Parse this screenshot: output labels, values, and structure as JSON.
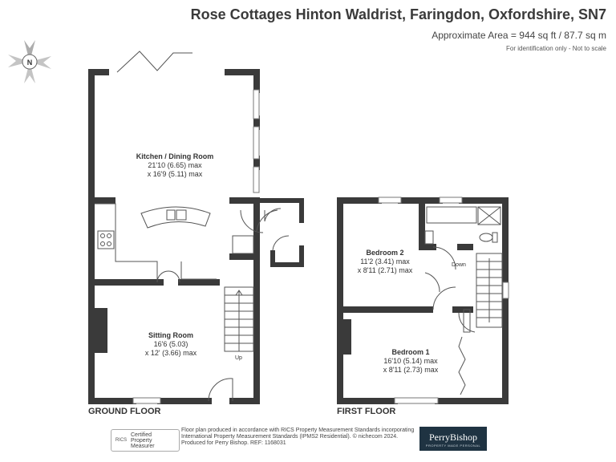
{
  "header": {
    "title": "Rose Cottages Hinton Waldrist, Faringdon, Oxfordshire, SN7",
    "area": "Approximate Area = 944 sq ft / 87.7 sq m",
    "note": "For identification only - Not to scale"
  },
  "compass": {
    "label": "N"
  },
  "ground_floor": {
    "label": "GROUND FLOOR",
    "kitchen": {
      "name": "Kitchen / Dining Room",
      "dim1": "21'10 (6.65) max",
      "dim2": "x 16'9 (5.11) max"
    },
    "sitting": {
      "name": "Sitting Room",
      "dim1": "16'6 (5.03)",
      "dim2": "x 12' (3.66) max"
    },
    "stairs_label": "Up"
  },
  "first_floor": {
    "label": "FIRST FLOOR",
    "bedroom2": {
      "name": "Bedroom 2",
      "dim1": "11'2 (3.41) max",
      "dim2": "x 8'11 (2.71) max"
    },
    "bedroom1": {
      "name": "Bedroom 1",
      "dim1": "16'10 (5.14) max",
      "dim2": "x 8'11 (2.73) max"
    },
    "stairs_label": "Down"
  },
  "footer": {
    "rics_line1": "Certified",
    "rics_line2": "Property",
    "rics_line3": "Measurer",
    "rics_logo": "RICS",
    "disclaimer1": "Floor plan produced in accordance with RICS Property Measurement Standards incorporating",
    "disclaimer2": "International Property Measurement Standards (IPMS2 Residential). © nichecom 2024.",
    "disclaimer3": "Produced for Perry Bishop.  REF: 1168031",
    "brand_name": "PerryBishop",
    "brand_sub": "PROPERTY MADE PERSONAL"
  },
  "colors": {
    "wall": "#3a3a3a",
    "brand_bg": "#1f3342"
  }
}
